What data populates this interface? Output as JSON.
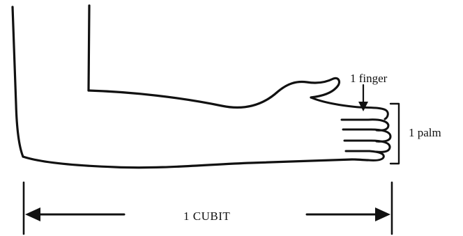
{
  "labels": {
    "finger": "1 finger",
    "palm": "1 palm",
    "cubit": "1 CUBIT"
  },
  "colors": {
    "ink": "#111111",
    "background": "#ffffff"
  }
}
